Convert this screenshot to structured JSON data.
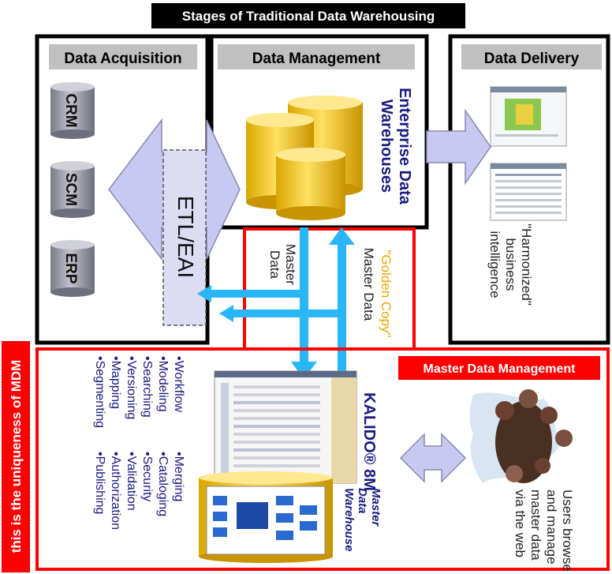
{
  "title": "Stages of Traditional Data Warehousing",
  "stages": {
    "acquisition": "Data Acquisition",
    "management": "Data Management",
    "delivery": "Data Delivery"
  },
  "sources": [
    "CRM",
    "SCM",
    "ERP"
  ],
  "etl_label": "ETL/EAI",
  "warehouse_label": [
    "Enterprise Data",
    "Warehouses"
  ],
  "master_data_label": [
    "Master",
    "Data"
  ],
  "golden_copy_label": {
    "line1": "\"Golden Copy\"",
    "line2": "Master Data"
  },
  "bi_label": [
    "\"Harmonized\"",
    "business",
    "intelligence"
  ],
  "mdm": {
    "badge": "Master Data Management",
    "product": "KALIDO® 8M",
    "mdw_label": [
      "Master",
      "Data",
      "Warehouse"
    ],
    "features_col1": [
      "•Workflow",
      "•Modeling",
      "•Searching",
      "•Versioning",
      "•Mapping",
      "•Segmenting"
    ],
    "features_col2": [
      "•Merging",
      "•Cataloging",
      "•Security",
      "•Validation",
      "•Authorization",
      "•Publishing"
    ],
    "users_label": [
      "Users browse",
      "and manage",
      "master data",
      "via the web"
    ]
  },
  "side_label": "this is the uniqueness of MDM",
  "colors": {
    "red": "#ff0000",
    "black": "#000000",
    "header_gray": "#c0c0c0",
    "cyl_gray": "#9a9aa8",
    "lavender": "#c8c8f0",
    "gold": "#f0c800",
    "cyan": "#29b6f6",
    "navy": "#1a1a80",
    "golden_text": "#e8a800"
  }
}
